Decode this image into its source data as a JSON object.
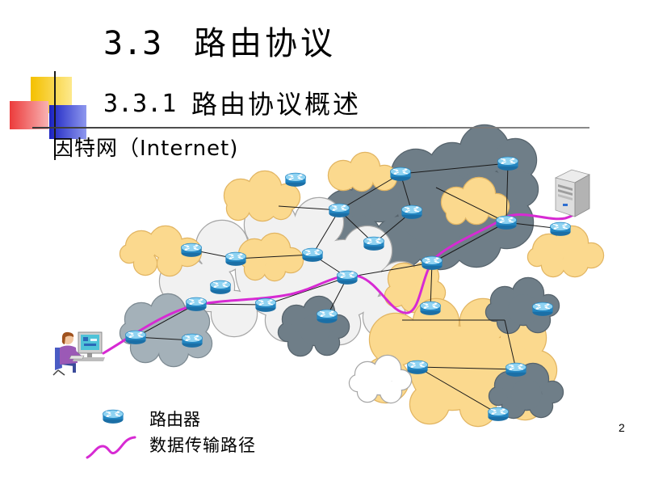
{
  "slide": {
    "title_number": "3.3",
    "title_text": "路由协议",
    "subtitle_number": "3.3.1",
    "subtitle_text": "路由协议概述",
    "page_number": "2"
  },
  "diagram": {
    "label": "因特网（Internet)",
    "legend": {
      "router_label": "路由器",
      "path_label": "数据传输路径"
    }
  },
  "icons": {
    "router": "router-icon",
    "server": "server-icon",
    "user": "user-workstation-icon"
  },
  "colors": {
    "path": "#d72ad3",
    "router": "#2386c2",
    "cloud_dark": "#6f7e88",
    "cloud_tan": "#fbd98e",
    "cloud_light": "#f1f1f1",
    "cloud_gray": "#a4b1b9",
    "cloud_white": "#ffffff"
  }
}
